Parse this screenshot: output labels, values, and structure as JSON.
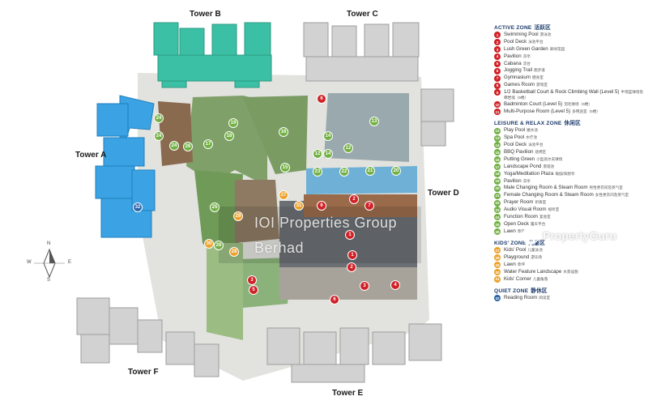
{
  "colors": {
    "active": "#d02127",
    "leisure": "#72b043",
    "kids": "#eda12b",
    "quiet": "#2a63a8",
    "zone_title": "#1b3a6b",
    "tower_a": "#3ba3e3",
    "tower_b": "#3cc0a5",
    "building_grey": "#bdbdbd"
  },
  "towers": {
    "a": "Tower A",
    "b": "Tower B",
    "c": "Tower C",
    "d": "Tower D",
    "e": "Tower E",
    "f": "Tower F"
  },
  "compass": {
    "n": "N",
    "s": "S",
    "e": "E",
    "w": "W"
  },
  "watermark": {
    "line1": "IOI Properties Group",
    "line2": "Berhad"
  },
  "propertyguru": "PropertyGuru",
  "legend": {
    "zones": [
      {
        "title": "ACTIVE ZONE",
        "title_cn": "活跃区",
        "color": "#d02127",
        "items": [
          {
            "n": "1",
            "en": "Swimming Pool",
            "cn": "游泳池"
          },
          {
            "n": "2",
            "en": "Pool Deck",
            "cn": "泳池平台"
          },
          {
            "n": "3",
            "en": "Lush Green Garden",
            "cn": "翠绿花园"
          },
          {
            "n": "4",
            "en": "Pavilion",
            "cn": "凉亭"
          },
          {
            "n": "5",
            "en": "Cabana",
            "cn": "凉台"
          },
          {
            "n": "6",
            "en": "Jogging Trail",
            "cn": "跑步道"
          },
          {
            "n": "7",
            "en": "Gymnasium",
            "cn": "健身室"
          },
          {
            "n": "8",
            "en": "Games Room",
            "cn": "游戏室"
          },
          {
            "n": "9",
            "en": "1/2 Basketball Court & Rock Climbing Wall (Level 5)",
            "cn": "半场篮球场及攀岩墙（5楼）"
          },
          {
            "n": "10",
            "en": "Badminton Court (Level 5)",
            "cn": "羽毛球场（5楼）"
          },
          {
            "n": "11",
            "en": "Multi-Purpose Room (Level 5)",
            "cn": "多用途室（5楼）"
          }
        ]
      },
      {
        "title": "LEISURE & RELAX ZONE",
        "title_cn": "休闲区",
        "color": "#72b043",
        "items": [
          {
            "n": "12",
            "en": "Play Pool",
            "cn": "嬉水池"
          },
          {
            "n": "13",
            "en": "Spa Pool",
            "cn": "水疗池"
          },
          {
            "n": "14",
            "en": "Pool Deck",
            "cn": "泳池平台"
          },
          {
            "n": "15",
            "en": "BBQ Pavilion",
            "cn": "烧烤区"
          },
          {
            "n": "16",
            "en": "Putting Green",
            "cn": "小型高尔夫球场"
          },
          {
            "n": "17",
            "en": "Landscape Pond",
            "cn": "景观池"
          },
          {
            "n": "18",
            "en": "Yoga/Meditation Plaza",
            "cn": "瑜伽/冥想亭"
          },
          {
            "n": "19",
            "en": "Pavilion",
            "cn": "凉亭"
          },
          {
            "n": "20",
            "en": "Male Changing Room & Steam Room",
            "cn": "男性更衣间及蒸气室"
          },
          {
            "n": "21",
            "en": "Female Changing Room & Steam Room",
            "cn": "女性更衣间及蒸气室"
          },
          {
            "n": "22",
            "en": "Prayer Room",
            "cn": "祈祷室"
          },
          {
            "n": "23",
            "en": "Audio Visual Room",
            "cn": "视听室"
          },
          {
            "n": "24",
            "en": "Function Room",
            "cn": "宴会室"
          },
          {
            "n": "25",
            "en": "Open Deck",
            "cn": "露天平台"
          },
          {
            "n": "26",
            "en": "Lawn",
            "cn": "草坪"
          }
        ]
      },
      {
        "title": "KIDS' ZONE",
        "title_cn": "儿童区",
        "color": "#eda12b",
        "items": [
          {
            "n": "27",
            "en": "Kids' Pool",
            "cn": "儿童泳池"
          },
          {
            "n": "28",
            "en": "Playground",
            "cn": "游乐场"
          },
          {
            "n": "29",
            "en": "Lawn",
            "cn": "草坪"
          },
          {
            "n": "30",
            "en": "Water Feature Landscape",
            "cn": "水景设施"
          },
          {
            "n": "31",
            "en": "Kids' Corner",
            "cn": "儿童角落"
          }
        ]
      },
      {
        "title": "QUIET ZONE",
        "title_cn": "静休区",
        "color": "#2a63a8",
        "items": [
          {
            "n": "32",
            "en": "Reading Room",
            "cn": "阅读室"
          }
        ]
      }
    ]
  },
  "markers": [
    {
      "n": "1",
      "zone": "active"
    },
    {
      "n": "1",
      "zone": "active"
    },
    {
      "n": "2",
      "zone": "active"
    },
    {
      "n": "2",
      "zone": "active"
    },
    {
      "n": "3",
      "zone": "active"
    },
    {
      "n": "3",
      "zone": "active"
    },
    {
      "n": "4",
      "zone": "active"
    },
    {
      "n": "5",
      "zone": "active"
    },
    {
      "n": "6",
      "zone": "active"
    },
    {
      "n": "6",
      "zone": "active"
    },
    {
      "n": "6",
      "zone": "active"
    },
    {
      "n": "7",
      "zone": "active"
    },
    {
      "n": "12",
      "zone": "leisure"
    },
    {
      "n": "12",
      "zone": "leisure"
    },
    {
      "n": "13",
      "zone": "leisure"
    },
    {
      "n": "14",
      "zone": "leisure"
    },
    {
      "n": "14",
      "zone": "leisure"
    },
    {
      "n": "15",
      "zone": "leisure"
    },
    {
      "n": "16",
      "zone": "leisure"
    },
    {
      "n": "17",
      "zone": "leisure"
    },
    {
      "n": "18",
      "zone": "leisure"
    },
    {
      "n": "19",
      "zone": "leisure"
    },
    {
      "n": "20",
      "zone": "leisure"
    },
    {
      "n": "21",
      "zone": "leisure"
    },
    {
      "n": "22",
      "zone": "leisure"
    },
    {
      "n": "23",
      "zone": "leisure"
    },
    {
      "n": "24",
      "zone": "leisure"
    },
    {
      "n": "24",
      "zone": "leisure"
    },
    {
      "n": "24",
      "zone": "leisure"
    },
    {
      "n": "25",
      "zone": "leisure"
    },
    {
      "n": "26",
      "zone": "leisure"
    },
    {
      "n": "26",
      "zone": "leisure"
    },
    {
      "n": "27",
      "zone": "kids"
    },
    {
      "n": "28",
      "zone": "kids"
    },
    {
      "n": "29",
      "zone": "kids"
    },
    {
      "n": "30",
      "zone": "kids"
    },
    {
      "n": "31",
      "zone": "kids"
    },
    {
      "n": "32",
      "zone": "quiet"
    }
  ]
}
